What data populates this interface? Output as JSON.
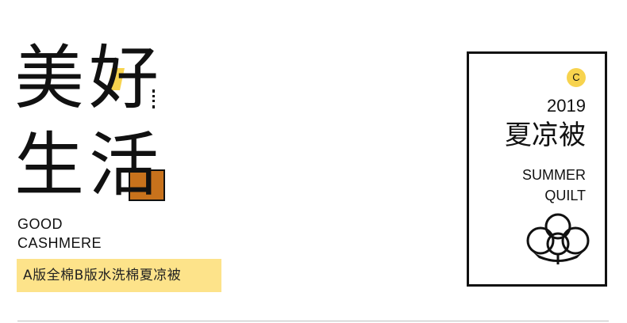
{
  "hero": {
    "chars": [
      "美",
      "好",
      "生",
      "活"
    ]
  },
  "caption": {
    "line1": "GOOD",
    "line2": "CASHMERE"
  },
  "banner": {
    "text": "A版全棉B版水洗棉夏凉被"
  },
  "card": {
    "badge": "C",
    "year": "2019",
    "title": "夏凉被",
    "en_line1": "SUMMER",
    "en_line2": "QUILT",
    "icon": "cotton-icon"
  },
  "colors": {
    "accent_yellow": "#f7d34e",
    "accent_brown": "#c8721c",
    "banner_bg": "#fde38a"
  }
}
